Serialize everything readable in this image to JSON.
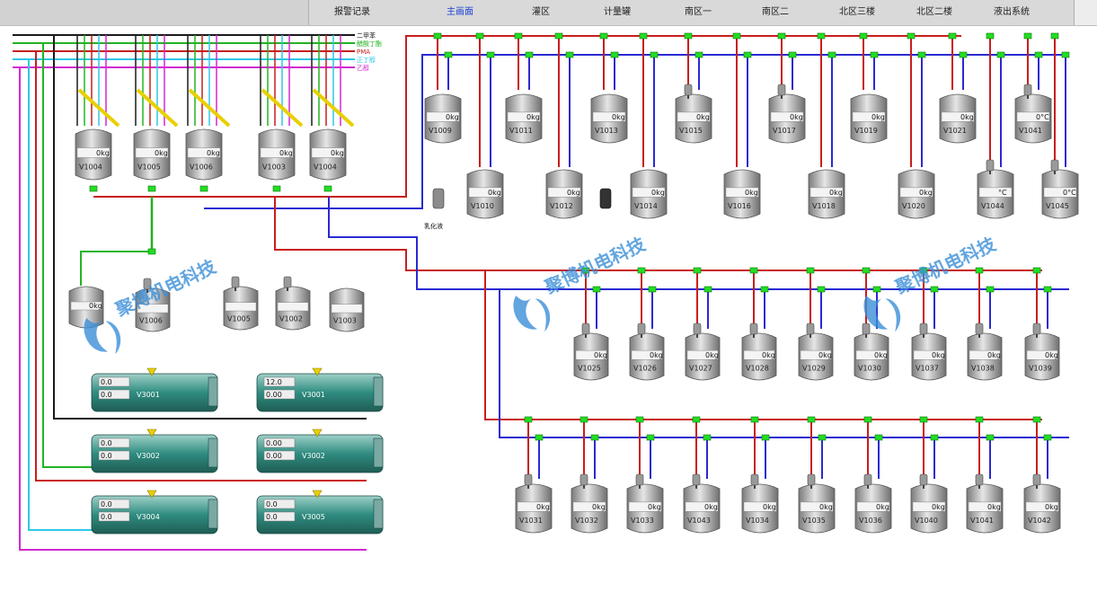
{
  "nav": {
    "tabs": [
      {
        "label": "报警记录",
        "active": false
      },
      {
        "label": "主画面",
        "active": true
      },
      {
        "label": "灌区",
        "active": false
      },
      {
        "label": "计量罐",
        "active": false
      },
      {
        "label": "南区一",
        "active": false
      },
      {
        "label": "南区二",
        "active": false
      },
      {
        "label": "北区三楼",
        "active": false
      },
      {
        "label": "北区二楼",
        "active": false
      },
      {
        "label": "液出系统",
        "active": false
      }
    ]
  },
  "legend": [
    {
      "label": "二甲苯",
      "color": "#1a1a1a"
    },
    {
      "label": "醋酸丁酯",
      "color": "#22b422"
    },
    {
      "label": "PMA",
      "color": "#c81e1e"
    },
    {
      "label": "正丁醇",
      "color": "#2ec8e6"
    },
    {
      "label": "乙醇",
      "color": "#d228d2"
    }
  ],
  "top_tanks": [
    {
      "id": "V1004",
      "value": "0kg"
    },
    {
      "id": "V1005",
      "value": "0kg"
    },
    {
      "id": "V1006",
      "value": "0kg"
    },
    {
      "id": "V1003",
      "value": "0kg"
    },
    {
      "id": "V1004",
      "value": "0kg"
    }
  ],
  "mid_tanks": [
    {
      "id": "V1006",
      "value": "0kg"
    },
    {
      "id": "V1005",
      "value": ""
    },
    {
      "id": "V1002",
      "value": ""
    },
    {
      "id": "V1003",
      "value": ""
    }
  ],
  "heat_exchangers": [
    {
      "id": "V3001",
      "value1": "0.0",
      "value2": "0.0"
    },
    {
      "id": "V3001",
      "value1": "12.0",
      "value2": "0.00"
    },
    {
      "id": "V3002",
      "value1": "0.0",
      "value2": "0.0"
    },
    {
      "id": "V3002",
      "value1": "0.00",
      "value2": "0.00"
    },
    {
      "id": "V3004",
      "value1": "0.0",
      "value2": "0.0"
    },
    {
      "id": "V3005",
      "value1": "0.0",
      "value2": "0.0"
    }
  ],
  "right_upper_tanks": [
    {
      "id": "V1009",
      "value": "0kg"
    },
    {
      "id": "V1011",
      "value": "0kg"
    },
    {
      "id": "V1013",
      "value": "0kg"
    },
    {
      "id": "V1015",
      "value": "0kg"
    },
    {
      "id": "V1017",
      "value": "0kg"
    },
    {
      "id": "V1019",
      "value": "0kg"
    },
    {
      "id": "V1021",
      "value": "0kg"
    },
    {
      "id": "V1041",
      "value": "0°C"
    }
  ],
  "right_lower_tanks": [
    {
      "id": "V1010",
      "value": "0kg"
    },
    {
      "id": "V1012",
      "value": "0kg"
    },
    {
      "id": "V1014",
      "value": "0kg"
    },
    {
      "id": "V1016",
      "value": "0kg"
    },
    {
      "id": "V1018",
      "value": "0kg"
    },
    {
      "id": "V1020",
      "value": "0kg"
    },
    {
      "id": "V1044",
      "value": "°C"
    },
    {
      "id": "V1045",
      "value": "0°C"
    }
  ],
  "emulsifier_label": "乳化液",
  "grid_row1": [
    {
      "id": "V1025",
      "value": "0kg"
    },
    {
      "id": "V1026",
      "value": "0kg"
    },
    {
      "id": "V1027",
      "value": "0kg"
    },
    {
      "id": "V1028",
      "value": "0kg"
    },
    {
      "id": "V1029",
      "value": "0kg"
    },
    {
      "id": "V1030",
      "value": "0kg"
    },
    {
      "id": "V1037",
      "value": "0kg"
    },
    {
      "id": "V1038",
      "value": "0kg"
    },
    {
      "id": "V1039",
      "value": "0kg"
    }
  ],
  "grid_row2": [
    {
      "id": "V1031",
      "value": "0kg"
    },
    {
      "id": "V1032",
      "value": "0kg"
    },
    {
      "id": "V1033",
      "value": "0kg"
    },
    {
      "id": "V1043",
      "value": "0kg"
    },
    {
      "id": "V1034",
      "value": "0kg"
    },
    {
      "id": "V1035",
      "value": "0kg"
    },
    {
      "id": "V1036",
      "value": "0kg"
    },
    {
      "id": "V1040",
      "value": "0kg"
    },
    {
      "id": "V1041",
      "value": "0kg"
    },
    {
      "id": "V1042",
      "value": "0kg"
    }
  ],
  "watermarks": [
    {
      "text": "聚博机电科技"
    },
    {
      "text": "聚博机电科技"
    },
    {
      "text": "聚博机电科技"
    }
  ],
  "colors": {
    "black": "#1a1a1a",
    "green": "#22b422",
    "red": "#c81e1e",
    "cyan": "#2ec8e6",
    "magenta": "#d228d2",
    "blue": "#2a2ad2",
    "valve": "#22dd22",
    "tank": "#b9b9b9",
    "hx": "#2f8c80"
  }
}
